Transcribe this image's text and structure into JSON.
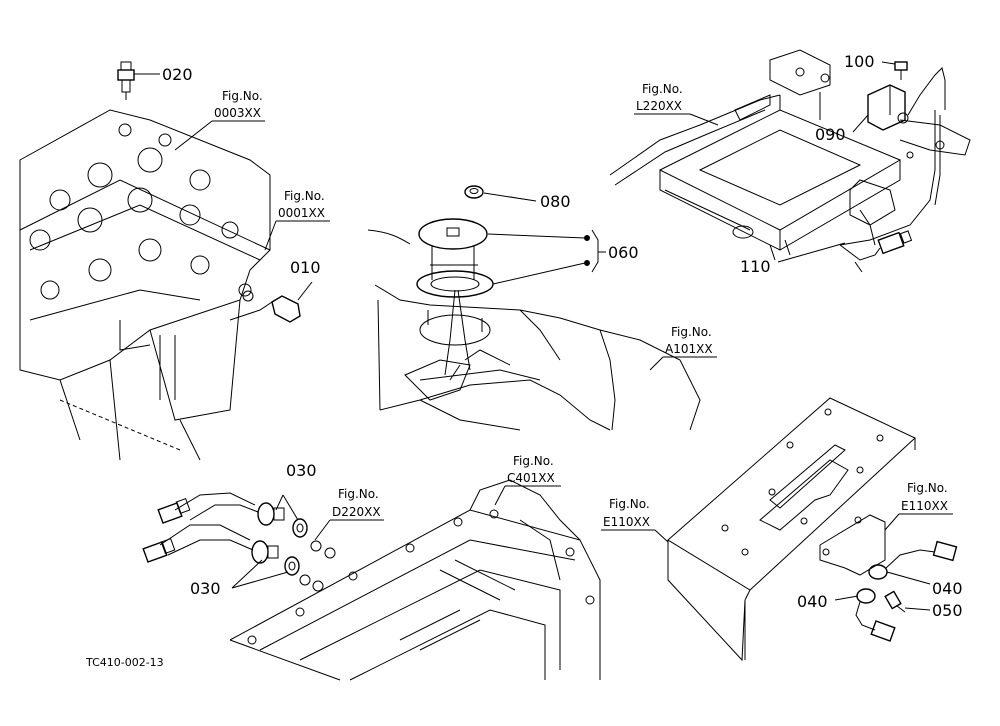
{
  "parts": {
    "p020": "020",
    "p010": "010",
    "p080": "080",
    "p060": "060",
    "p100": "100",
    "p090": "090",
    "p110": "110",
    "p030a": "030",
    "p030b": "030",
    "p040a": "040",
    "p040b": "040",
    "p050": "050"
  },
  "refs": {
    "r0003_title": "Fig.No.",
    "r0003_code": "0003XX",
    "r0001_title": "Fig.No.",
    "r0001_code": "0001XX",
    "rL220_title": "Fig.No.",
    "rL220_code": "L220XX",
    "rA101_title": "Fig.No.",
    "rA101_code": "A101XX",
    "rD220_title": "Fig.No.",
    "rD220_code": "D220XX",
    "rC401_title": "Fig.No.",
    "rC401_code": "C401XX",
    "rE110a_title": "Fig.No.",
    "rE110a_code": "E110XX",
    "rE110b_title": "Fig.No.",
    "rE110b_code": "E110XX"
  },
  "drawing_code": "TC410-002-13"
}
